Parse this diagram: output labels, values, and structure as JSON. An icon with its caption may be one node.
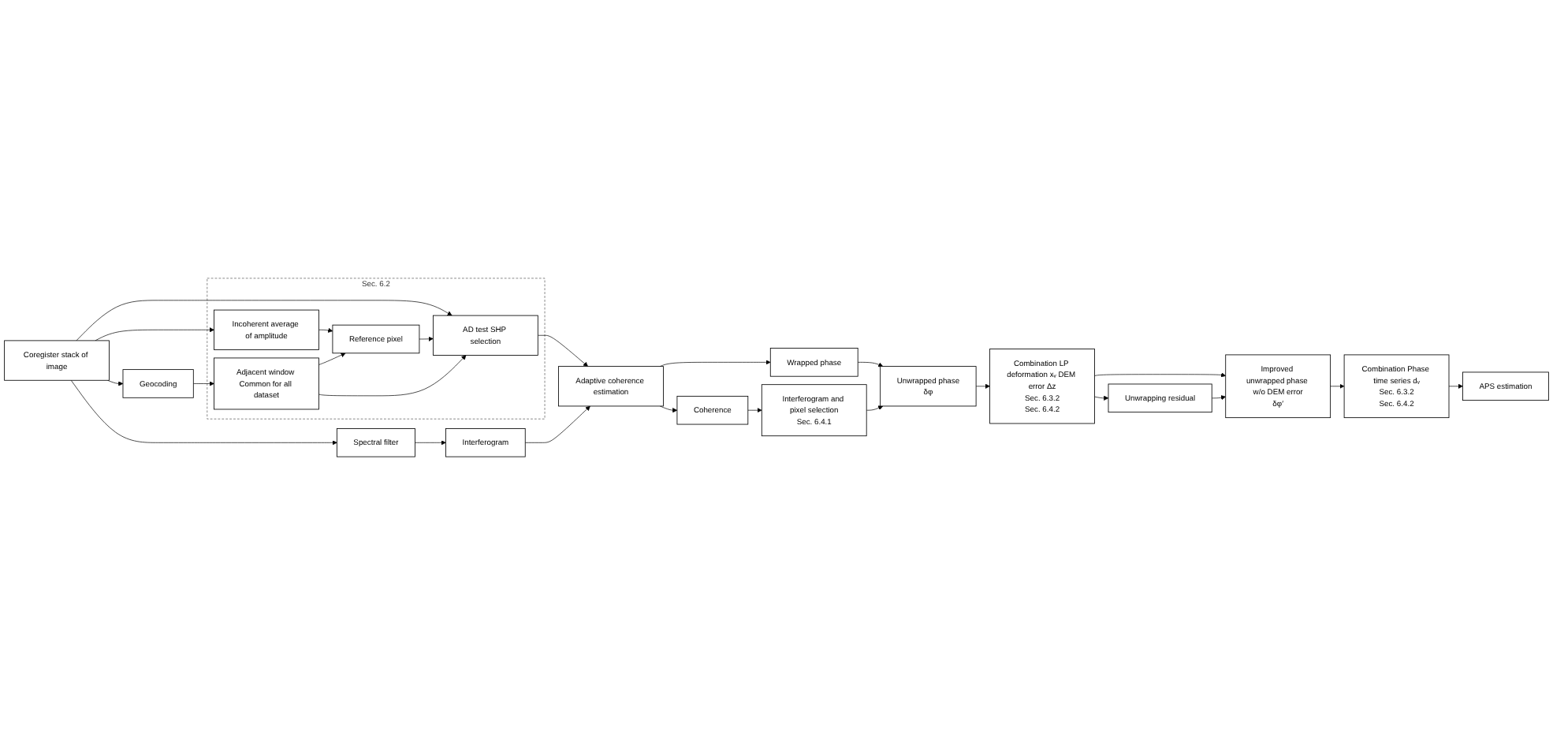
{
  "diagram": {
    "nodes": [
      {
        "text": [
          "Sec. 6.2"
        ]
      },
      {
        "text": [
          "Coregister stack of image"
        ]
      },
      {
        "text": [
          "Spectral filter"
        ]
      },
      {
        "text": [
          "Incoherent average of amplitude"
        ],
        "in": 0
      },
      {
        "text": [
          "Geocoding"
        ]
      },
      {
        "text": [
          "Adjacent window Common for all dataset"
        ],
        "in": 0
      },
      {
        "text": [
          "Reference pixel"
        ],
        "in": 0
      },
      {
        "text": [
          "AD test SHP selection"
        ],
        "in": 0
      },
      {
        "text": [
          "Interferogram"
        ]
      },
      {
        "text": [
          "Adaptive coherence estimation"
        ]
      },
      {
        "text": [
          "Wrapped phase"
        ]
      },
      {
        "text": [
          "Coherence"
        ]
      },
      {
        "text": [
          "Unwrapped phase",
          "δφ"
        ]
      },
      {
        "text": [
          "Interferogram and pixel selection",
          "Sec. 6.4.1"
        ]
      },
      {
        "text": [
          "Combination LP deformation xᵥ DEM error Δz",
          "Sec. 6.3.2",
          "Sec. 6.4.2"
        ]
      },
      {
        "text": [
          "Improved unwrapped phase w/o DEM error",
          "δφ′"
        ]
      },
      {
        "text": [
          "Unwrapping residual"
        ]
      },
      {
        "text": [
          "Combination Phase time series dᵥ",
          "Sec. 6.3.2",
          "Sec. 6.4.2"
        ]
      },
      {
        "text": [
          "APS estimation"
        ]
      }
    ],
    "edges": [
      {
        "from": 1,
        "to": 2,
        "arrow": "to"
      },
      {
        "from": 1,
        "to": 3,
        "arrow": "to"
      },
      {
        "from": 1,
        "to": 4,
        "arrow": "to"
      },
      {
        "from": 1,
        "to": 7,
        "arrow": "to"
      },
      {
        "from": 3,
        "to": 6,
        "arrow": "to"
      },
      {
        "from": 4,
        "to": 5,
        "arrow": "to"
      },
      {
        "from": 5,
        "to": 6,
        "arrow": "to"
      },
      {
        "from": 6,
        "to": 7,
        "arrow": "to"
      },
      {
        "from": 5,
        "to": 7,
        "arrow": "to"
      },
      {
        "from": 2,
        "to": 8,
        "arrow": "to"
      },
      {
        "from": 7,
        "to": 9,
        "arrow": "to"
      },
      {
        "from": 8,
        "to": 9,
        "arrow": "to"
      },
      {
        "from": 9,
        "to": 10,
        "arrow": "to"
      },
      {
        "from": 9,
        "to": 11,
        "arrow": "to"
      },
      {
        "from": 10,
        "to": 12,
        "arrow": "to"
      },
      {
        "from": 11,
        "to": 13,
        "arrow": "to"
      },
      {
        "from": 13,
        "to": 12,
        "arrow": "to"
      },
      {
        "from": 12,
        "to": 14,
        "arrow": "to"
      },
      {
        "from": 14,
        "to": 16,
        "arrow": "to"
      },
      {
        "from": 14,
        "to": 15,
        "arrow": "to"
      },
      {
        "from": 16,
        "to": 15,
        "arrow": "to"
      },
      {
        "from": 15,
        "to": 17,
        "arrow": "to"
      },
      {
        "from": 17,
        "to": 18,
        "arrow": "to"
      }
    ]
  }
}
